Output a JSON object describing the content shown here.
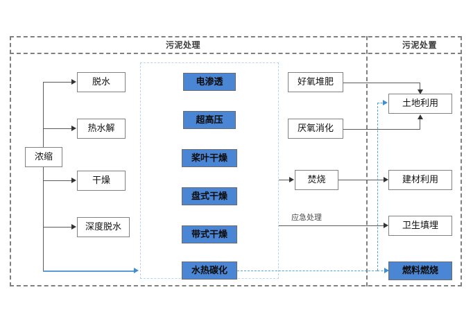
{
  "diagram": {
    "title_left": "污泥处理",
    "title_right": "污泥处置",
    "lanes": [
      {
        "name": "treatment",
        "label": "污泥处理"
      },
      {
        "name": "disposal",
        "label": "污泥处置"
      }
    ],
    "colors": {
      "blue_fill": "#4a86d4",
      "blue_border": "#6b6b6b",
      "plain_border": "#808080",
      "frame_dash": "#7f7f7f",
      "inner_dash": "#b9d4f0",
      "blue_arrow": "#4ea3e0",
      "gray_arrow": "#595959"
    },
    "nodes": {
      "source": {
        "label": "浓缩"
      },
      "pretreat": [
        {
          "label": "脱水"
        },
        {
          "label": "热水解"
        },
        {
          "label": "干燥"
        },
        {
          "label": "深度脱水"
        }
      ],
      "core": [
        {
          "label": "电渗透"
        },
        {
          "label": "超高压"
        },
        {
          "label": "桨叶干燥"
        },
        {
          "label": "盘式干燥"
        },
        {
          "label": "带式干燥"
        },
        {
          "label": "水热碳化"
        }
      ],
      "mid": [
        {
          "label": "好氧堆肥"
        },
        {
          "label": "厌氧消化"
        },
        {
          "label": "焚烧"
        }
      ],
      "outcomes": [
        {
          "label": "土地利用"
        },
        {
          "label": "建材利用"
        },
        {
          "label": "卫生填埋"
        },
        {
          "label": "燃料燃烧"
        }
      ]
    },
    "edge_labels": [
      {
        "label": "应急处理"
      }
    ]
  }
}
